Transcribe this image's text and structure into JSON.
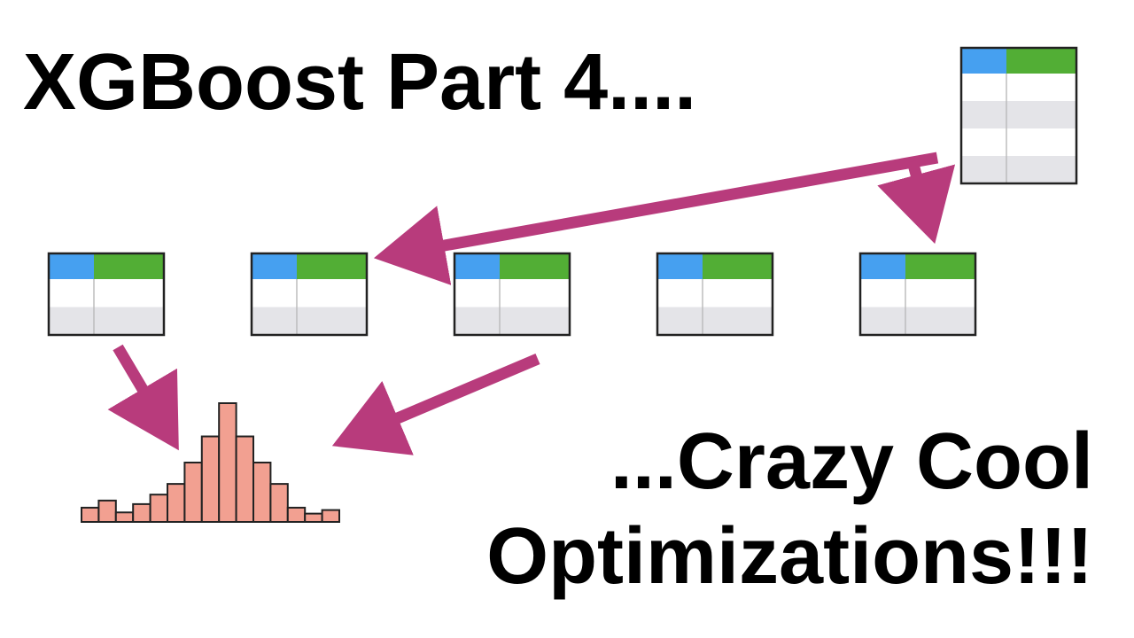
{
  "title": "XGBoost Part 4....",
  "subtitle": {
    "line1": "...Crazy Cool",
    "line2": "Optimizations!!!"
  },
  "colors": {
    "background": "#ffffff",
    "text": "#000000",
    "arrow": "#b83b7c",
    "table_header_left": "#46a0f0",
    "table_header_right": "#52ae35",
    "table_row_light": "#ffffff",
    "table_row_shade": "#e4e4e8",
    "table_border": "#222222",
    "histogram_fill": "#f2a091",
    "histogram_stroke": "#222222"
  },
  "icons": {
    "table": "table-icon",
    "arrow": "arrow-icon",
    "histogram": "histogram-icon"
  },
  "histogram": {
    "bin_heights": [
      0.12,
      0.18,
      0.08,
      0.15,
      0.23,
      0.32,
      0.5,
      0.72,
      1.0,
      0.72,
      0.5,
      0.32,
      0.12,
      0.07,
      0.1
    ]
  }
}
